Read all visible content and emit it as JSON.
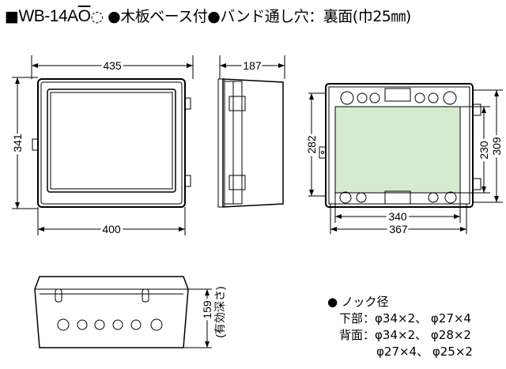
{
  "title": {
    "square": "■",
    "model_prefix": "WB-14A",
    "model_suffix": "O",
    "dotted_circle": "◌",
    "features": "●木板ベース付●バンド通し穴：裏面(巾25㎜)"
  },
  "dimensions": {
    "front_width": "435",
    "front_height": "341",
    "front_base_width": "400",
    "side_depth": "187",
    "back_mount_height": "282",
    "back_plate_height": "230",
    "back_total_height": "309",
    "back_plate_width": "340",
    "back_total_width": "367",
    "bottom_depth": "159",
    "bottom_depth_note": "(有効深さ)"
  },
  "knockouts": {
    "heading": "● ノック径",
    "bottom_label": "下部",
    "bottom_value": "：φ34×2、 φ27×4",
    "back_label": "背面",
    "back_value": "：φ34×2、 φ28×2",
    "back_value2": "φ27×4、 φ25×2"
  },
  "colors": {
    "plate": "#d6ead0",
    "line": "#000000"
  }
}
